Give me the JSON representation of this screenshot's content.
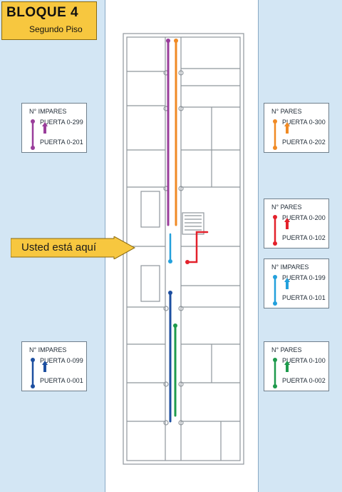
{
  "header": {
    "title": "BLOQUE 4",
    "subtitle": "Segundo Piso"
  },
  "you_are_here": {
    "label": "Usted está aquí"
  },
  "legends": [
    {
      "id": "impares-201-299",
      "heading": "N° IMPARES",
      "top": "PUERTA 0-299",
      "bottom": "PUERTA 0-201",
      "color": "#9a3d9b"
    },
    {
      "id": "pares-202-300",
      "heading": "N° PARES",
      "top": "PUERTA 0-300",
      "bottom": "PUERTA 0-202",
      "color": "#f08a24"
    },
    {
      "id": "pares-102-200",
      "heading": "N° PARES",
      "top": "PUERTA 0-200",
      "bottom": "PUERTA 0-102",
      "color": "#e3212b"
    },
    {
      "id": "impares-101-199",
      "heading": "N° IMPARES",
      "top": "PUERTA 0-199",
      "bottom": "PUERTA 0-101",
      "color": "#23a0dc"
    },
    {
      "id": "impares-001-099",
      "heading": "N° IMPARES",
      "top": "PUERTA 0-099",
      "bottom": "PUERTA 0-001",
      "color": "#1d4fa0"
    },
    {
      "id": "pares-002-100",
      "heading": "N° PARES",
      "top": "PUERTA 0-100",
      "bottom": "PUERTA 0-002",
      "color": "#1e9a4c"
    }
  ],
  "colors": {
    "background": "#d3e6f4",
    "building": "#ffffff",
    "title_box": "#f7c73f",
    "walls": "#8f969c",
    "arrow": "#f7c73f"
  }
}
